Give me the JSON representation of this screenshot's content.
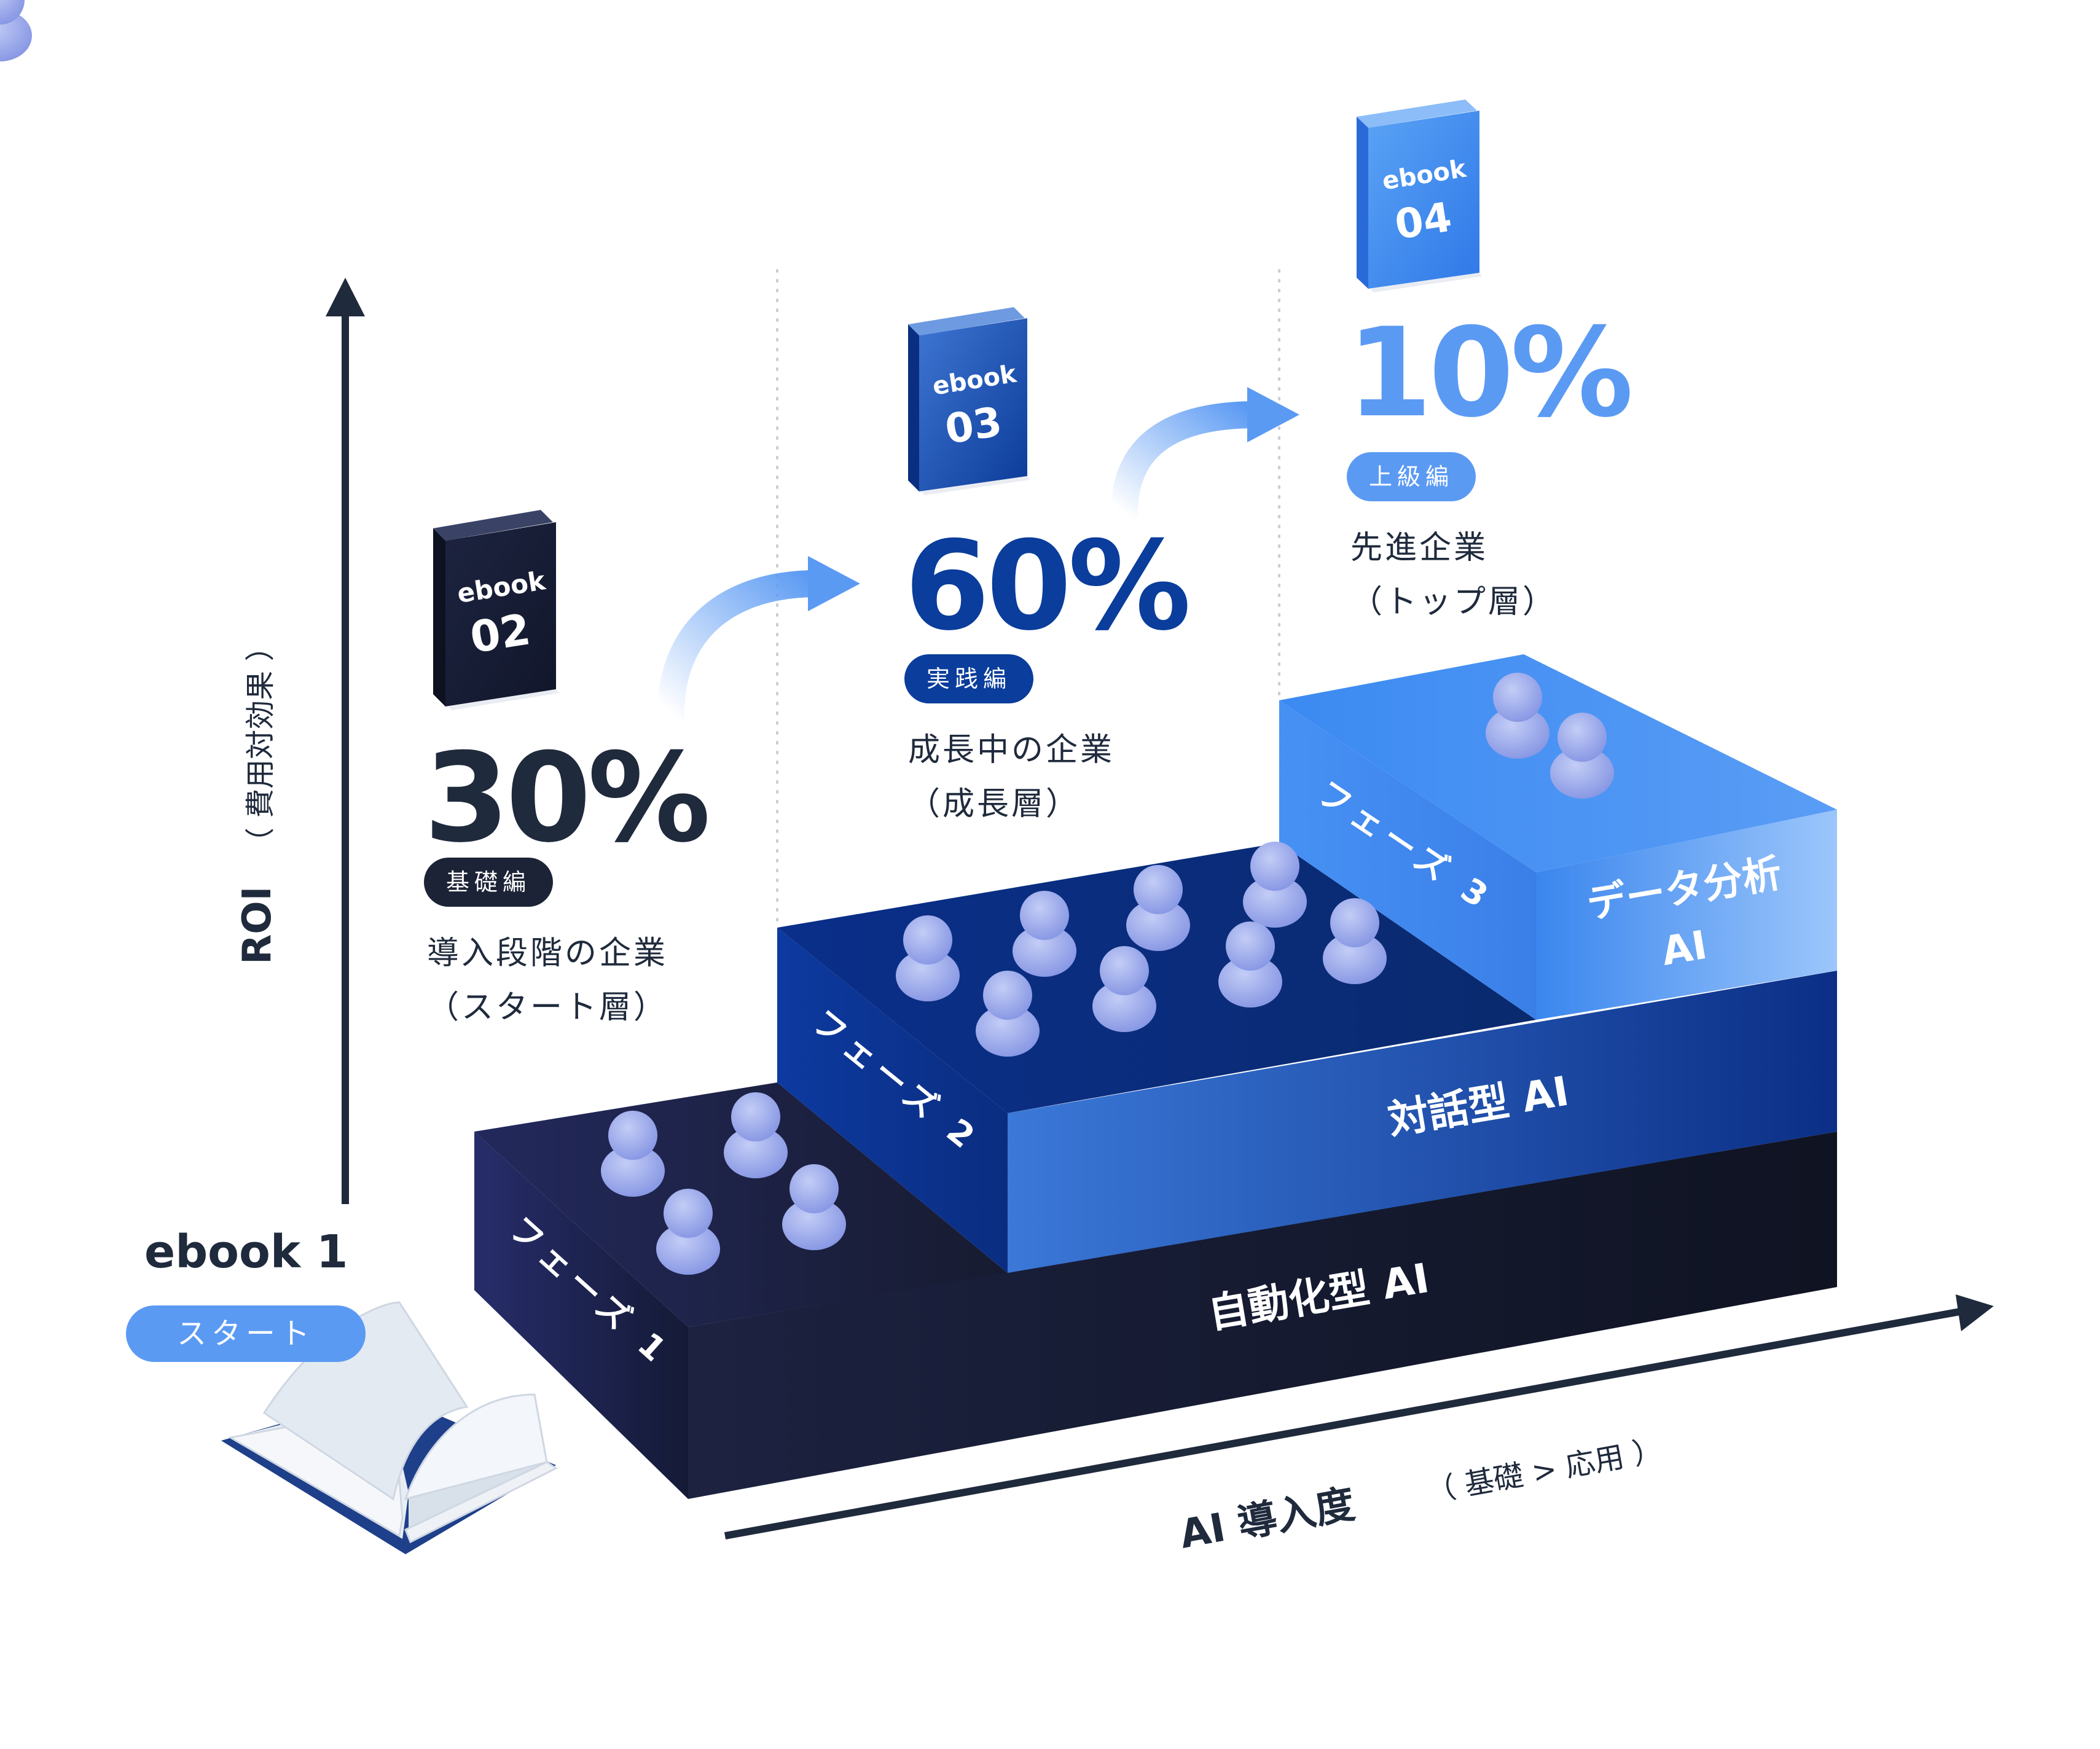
{
  "axes": {
    "y_label": "ROI",
    "y_sub": "（ 費用対効果 ）",
    "x_label": "AI 導入度",
    "x_sub": "（ 基礎 > 応用 ）"
  },
  "start": {
    "title": "ebook 1",
    "badge": "スタート"
  },
  "books": [
    {
      "word": "ebook",
      "num": "02"
    },
    {
      "word": "ebook",
      "num": "03"
    },
    {
      "word": "ebook",
      "num": "04"
    }
  ],
  "levels": [
    {
      "percent": "30%",
      "badge": "基礎編",
      "line1": "導入段階の企業",
      "line2": "（スタート層）"
    },
    {
      "percent": "60%",
      "badge": "実践編",
      "line1": "成長中の企業",
      "line2": "（成長層）"
    },
    {
      "percent": "10%",
      "badge": "上級編",
      "line1": "先進企業",
      "line2": "（トップ層）"
    }
  ],
  "phases": [
    {
      "label": "フェーズ 1",
      "front": "自動化型 AI"
    },
    {
      "label": "フェーズ 2",
      "front": "対話型 AI"
    },
    {
      "label": "フェーズ 3",
      "front_line1": "データ分析",
      "front_line2": "AI"
    }
  ],
  "colors": {
    "navy": "#161c34",
    "dark_blue": "#0a3d9c",
    "mid_blue": "#2f6fdd",
    "light_blue": "#4f93f2",
    "pill_dark": "#1c2336",
    "pill_mid": "#0a3d9c",
    "pill_light": "#5b9af3",
    "figure": "#98a8ec"
  }
}
